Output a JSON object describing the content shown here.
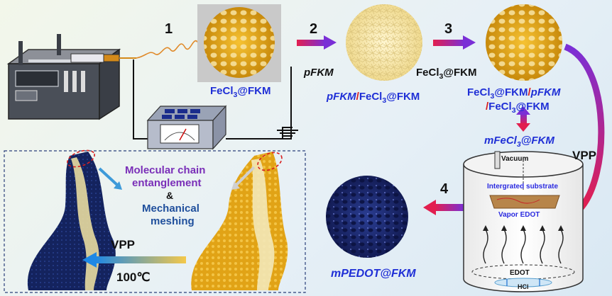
{
  "steps": {
    "s1": "1",
    "s2": "2",
    "s3": "3",
    "s4": "4"
  },
  "labels": {
    "fecl3_fkm_top": "FeCl3@FKM",
    "pfkm": "pFKM",
    "fecl3_fkm_right": "FeCl3@FKM",
    "pfkm_fecl3_a": "pFKM",
    "pfkm_fecl3_b": "FeCl3@FKM",
    "combo_line1_a": "FeCl3@FKM",
    "combo_line1_b": "pFKM",
    "combo_line2": "FeCl3@FKM",
    "mfecl3": "mFeCl3@FKM",
    "vpp_right": "VPP",
    "mpedot": "mPEDOT@FKM",
    "molecular": "Molecular chain",
    "entanglement": "entanglement",
    "amp": "&",
    "mechanical": "Mechanical",
    "meshing": "meshing",
    "vpp_inset": "VPP",
    "temp": "100℃"
  },
  "chamber": {
    "vacuum": "Vacuum",
    "substrate": "Intergrated substrate",
    "vapor": "Vapor EDOT",
    "edot": "EDOT",
    "hcl": "HCl"
  },
  "colors": {
    "gold": "#e0a915",
    "navy_disc": "#1e2d7a",
    "blue_text": "#1f2fd6",
    "purple_text": "#7a2fb8",
    "arrow_red": "#d81e6a",
    "arrow_purple": "#7a2fd6"
  }
}
